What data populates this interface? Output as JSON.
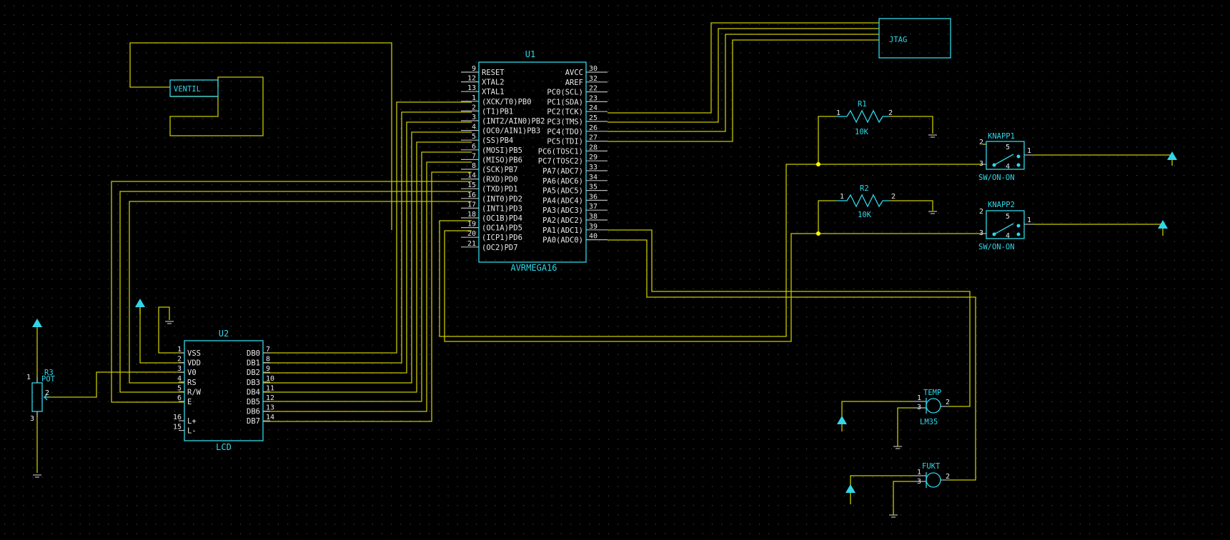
{
  "u1": {
    "ref": "U1",
    "value": "AVRMEGA16",
    "left_pins": [
      {
        "num": "9",
        "name": "RESET"
      },
      {
        "num": "12",
        "name": "XTAL2"
      },
      {
        "num": "13",
        "name": "XTAL1"
      },
      {
        "num": "1",
        "name": "(XCK/T0)PB0"
      },
      {
        "num": "2",
        "name": "(T1)PB1"
      },
      {
        "num": "3",
        "name": "(INT2/AIN0)PB2"
      },
      {
        "num": "4",
        "name": "(OC0/AIN1)PB3"
      },
      {
        "num": "5",
        "name": "(SS)PB4"
      },
      {
        "num": "6",
        "name": "(MOSI)PB5"
      },
      {
        "num": "7",
        "name": "(MISO)PB6"
      },
      {
        "num": "8",
        "name": "(SCK)PB7"
      },
      {
        "num": "14",
        "name": "(RXD)PD0"
      },
      {
        "num": "15",
        "name": "(TXD)PD1"
      },
      {
        "num": "16",
        "name": "(INT0)PD2"
      },
      {
        "num": "17",
        "name": "(INT1)PD3"
      },
      {
        "num": "18",
        "name": "(OC1B)PD4"
      },
      {
        "num": "19",
        "name": "(OC1A)PD5"
      },
      {
        "num": "20",
        "name": "(ICP1)PD6"
      },
      {
        "num": "21",
        "name": "(OC2)PD7"
      }
    ],
    "right_pins": [
      {
        "num": "30",
        "name": "AVCC"
      },
      {
        "num": "32",
        "name": "AREF"
      },
      {
        "num": "22",
        "name": "PC0(SCL)"
      },
      {
        "num": "23",
        "name": "PC1(SDA)"
      },
      {
        "num": "24",
        "name": "PC2(TCK)"
      },
      {
        "num": "25",
        "name": "PC3(TMS)"
      },
      {
        "num": "26",
        "name": "PC4(TDO)"
      },
      {
        "num": "27",
        "name": "PC5(TDI)"
      },
      {
        "num": "28",
        "name": "PC6(TOSC1)"
      },
      {
        "num": "29",
        "name": "PC7(TOSC2)"
      },
      {
        "num": "33",
        "name": "PA7(ADC7)"
      },
      {
        "num": "34",
        "name": "PA6(ADC6)"
      },
      {
        "num": "35",
        "name": "PA5(ADC5)"
      },
      {
        "num": "36",
        "name": "PA4(ADC4)"
      },
      {
        "num": "37",
        "name": "PA3(ADC3)"
      },
      {
        "num": "38",
        "name": "PA2(ADC2)"
      },
      {
        "num": "39",
        "name": "PA1(ADC1)"
      },
      {
        "num": "40",
        "name": "PA0(ADC0)"
      }
    ]
  },
  "u2": {
    "ref": "U2",
    "value": "LCD",
    "left_pins": [
      {
        "num": "1",
        "name": "VSS"
      },
      {
        "num": "2",
        "name": "VDD"
      },
      {
        "num": "3",
        "name": "V0"
      },
      {
        "num": "4",
        "name": "RS"
      },
      {
        "num": "5",
        "name": "R/W"
      },
      {
        "num": "6",
        "name": "E"
      },
      {
        "num": "16",
        "name": "L+"
      },
      {
        "num": "15",
        "name": "L-"
      }
    ],
    "right_pins": [
      {
        "num": "7",
        "name": "DB0"
      },
      {
        "num": "8",
        "name": "DB1"
      },
      {
        "num": "9",
        "name": "DB2"
      },
      {
        "num": "10",
        "name": "DB3"
      },
      {
        "num": "11",
        "name": "DB4"
      },
      {
        "num": "12",
        "name": "DB5"
      },
      {
        "num": "13",
        "name": "DB6"
      },
      {
        "num": "14",
        "name": "DB7"
      }
    ]
  },
  "ventil": {
    "label": "VENTIL"
  },
  "jtag": {
    "label": "JTAG"
  },
  "r1": {
    "ref": "R1",
    "value": "10K",
    "pin1": "1",
    "pin2": "2"
  },
  "r2": {
    "ref": "R2",
    "value": "10K",
    "pin1": "1",
    "pin2": "2"
  },
  "r3": {
    "ref": "R3",
    "value": "POT",
    "pin1": "1",
    "pin2": "2",
    "pin3": "3"
  },
  "knapp1": {
    "ref": "KNAPP1",
    "value": "SW/ON-ON",
    "p1": "1",
    "p2": "2",
    "p3": "3",
    "p4": "4",
    "p5": "5"
  },
  "knapp2": {
    "ref": "KNAPP2",
    "value": "SW/ON-ON",
    "p1": "1",
    "p2": "2",
    "p3": "3",
    "p4": "4",
    "p5": "5"
  },
  "temp": {
    "ref": "TEMP",
    "value": "LM35",
    "p1": "1",
    "p2": "2",
    "p3": "3"
  },
  "fukt": {
    "ref": "FUKT",
    "p1": "1",
    "p2": "2",
    "p3": "3"
  },
  "colors": {
    "background": "#000000",
    "wire": "#c8c800",
    "part": "#2fd7e8",
    "grid": "#3a4a4a",
    "junction": "#ffff00"
  }
}
